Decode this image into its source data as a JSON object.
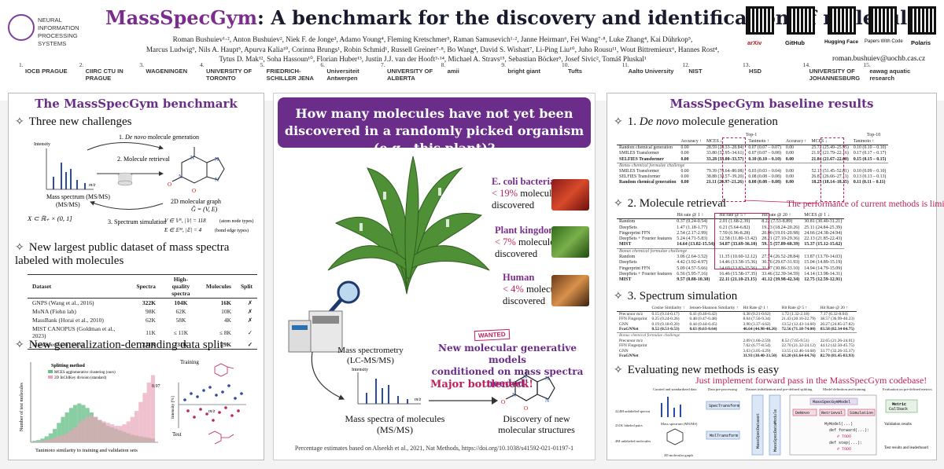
{
  "header": {
    "neurips_lines": [
      "NEURAL INFORMATION",
      "PROCESSING SYSTEMS"
    ],
    "title_highlight": "MassSpecGym",
    "title_rest": ": A benchmark for the discovery and identification of molecules",
    "authors_line1": "Roman Bushuiev¹·², Anton Bushuiev², Niek F. de Jonge³, Adamo Young⁴, Fleming Kretschmer⁵, Raman Samusevich¹·², Janne Heirman⁶, Fei Wang⁷·⁸, Luke Zhang⁴, Kai Dührkop⁵,",
    "authors_line2": "Marcus Ludwig⁹, Nils A. Haupt⁵, Apurva Kalia¹⁰, Corinna Brungs¹, Robin Schmid¹, Russell Greiner⁷·⁸, Bo Wang⁴, David S. Wishart⁷, Li-Ping Liu¹⁰, Juho Rousu¹¹, Wout Bittremieux⁶, Hannes Rost⁴,",
    "authors_line3": "Tytus D. Mak¹², Soha Hassoun¹⁰, Florian Huber¹³, Justin J.J. van der Hooft³·¹⁴, Michael A. Stravs¹⁵, Sebastian Böcker⁵, Josef Sivic², Tomáš Pluskal¹",
    "email": "roman.bushuiev@uochb.cas.cz",
    "qr_labels": [
      "arXiv",
      "GitHub",
      "Hugging Face",
      "Papers With Code",
      "Polaris"
    ],
    "affiliations": [
      {
        "n": "1.",
        "name": "IOCB PRAGUE"
      },
      {
        "n": "2.",
        "name": "CIIRC CTU IN PRAGUE"
      },
      {
        "n": "3.",
        "name": "WAGENINGEN"
      },
      {
        "n": "4.",
        "name": "UNIVERSITY OF TORONTO"
      },
      {
        "n": "5.",
        "name": "FRIEDRICH-SCHILLER JENA"
      },
      {
        "n": "6.",
        "name": "Universiteit Antwerpen"
      },
      {
        "n": "7.",
        "name": "UNIVERSITY OF ALBERTA"
      },
      {
        "n": "8.",
        "name": "amii"
      },
      {
        "n": "9.",
        "name": "bright giant"
      },
      {
        "n": "10.",
        "name": "Tufts"
      },
      {
        "n": "11.",
        "name": "Aalto University"
      },
      {
        "n": "12.",
        "name": "NIST"
      },
      {
        "n": "13.",
        "name": "HSD"
      },
      {
        "n": "14.",
        "name": "UNIVERSITY OF JOHANNESBURG"
      },
      {
        "n": "15.",
        "name": "eawag aquatic research"
      }
    ]
  },
  "left": {
    "heading": "The MassSpecGym benchmark",
    "sec1": "Three new challenges",
    "intensity": "Intensity",
    "mz": "m/z",
    "mass_spec_label": "Mass spectrum\n(MS/MS)",
    "mass_spec_math": "X ⊂ ℝ₊ × (0, 1]",
    "challenge1_num": "1. ",
    "challenge1_italic": "De novo",
    "challenge1_rest": " molecule generation",
    "challenge2": "2. Molecule retrieval",
    "challenge3": "3. Spectrum simulation",
    "graph_label": "2D molecular graph",
    "graph_math": "Ĝ = (V, E)",
    "v_math": "V ∈ 𝕍ᴺ, |𝕍| = 118",
    "v_note": "(atom node types)",
    "e_math": "E ∈ 𝔼ᴹ, |𝔼| = 4",
    "e_note": "(bond edge types)",
    "sec2": "New largest public dataset of mass spectra labeled with molecules",
    "table_headers": [
      "Dataset",
      "Spectra",
      "High-quality spectra",
      "Molecules",
      "Split"
    ],
    "table_rows": [
      [
        "GNPS (Wang et al., 2016)",
        "322K",
        "104K",
        "16K",
        "✗"
      ],
      [
        "MoNA (Fiehn lab)",
        "98K",
        "62K",
        "10K",
        "✗"
      ],
      [
        "MassBank (Horai et al., 2010)",
        "62K",
        "58K",
        "4K",
        "✗"
      ],
      [
        "MIST CANOPUS (Goldman et al., 2023)",
        "11K",
        "≤ 11K",
        "≤ 8K",
        "✓"
      ],
      [
        "MassSpecGym (ours)",
        "231K",
        "231K",
        "29K",
        "✓"
      ]
    ],
    "sec3": "New generalization-demanding data split",
    "hist_title": "Splitting method",
    "hist_leg1": "MCES agglomerative clustering (ours)",
    "hist_leg2": "2D InChIKey division (standard)",
    "hist_ylabel": "Number of test molecules",
    "hist_xlabel": "Tanimoto similarity to training and validation sets",
    "scatter_training": "Training",
    "scatter_test": "Test",
    "scatter_value": "0.97",
    "scatter_xlabel": "m/z",
    "scatter_ylabel": "Intensity [%]"
  },
  "middle": {
    "question": "How many molecules have not yet been discovered in a randomly picked organism (e.g., this plant)?",
    "stats": [
      {
        "org": "E. coli bacteria",
        "pct": "< 19%",
        "rest1": " molecules",
        "rest2": "discovered"
      },
      {
        "org": "Plant kingdom",
        "pct": "< 7%",
        "rest1": " molecules",
        "rest2": "discovered"
      },
      {
        "org": "Human",
        "pct": "< 4%",
        "rest1": " molecules",
        "rest2": "discovered"
      }
    ],
    "ms_label": "Mass spectrometry\n(LC-MS/MS)",
    "intensity": "Intensity",
    "mz": "m/z",
    "spectra_label": "Mass spectra of molecules\n(MS/MS)",
    "bottleneck": "Major bottleneck!",
    "discovery_label": "Discovery of new\nmolecular structures",
    "wanted": "WANTED",
    "cta": "New molecular generative models\nconditioned on mass spectra needed!",
    "footnote": "Percentage estimates based on Alseekh et al., 2021, Nat Methods, https://doi.org/10.1038/s41592-021-01197-1"
  },
  "right": {
    "heading": "MassSpecGym baseline results",
    "sec1_num": "1. ",
    "sec1_italic": "De novo",
    "sec1_rest": " molecule generation",
    "t1_group1": "Top-1",
    "t1_group2": "Top-10",
    "t1_headers": [
      "",
      "Accuracy ↑",
      "MCES ↓",
      "Tanimoto ↑",
      "Accuracy ↑",
      "MCES ↓",
      "Tanimoto ↑"
    ],
    "t1_rows": [
      [
        "Random chemical generation",
        "0.00",
        "28.59 (28.33–28.84)",
        "0.07 (0.07 – 0.07)",
        "0.00",
        "25.72 (25.49–25.95)",
        "0.10 (0.10 – 0.10)"
      ],
      [
        "SMILES Transformer",
        "0.00",
        "33.80 (32.95–34.61)",
        "0.07 (0.07 – 0.08)",
        "0.00",
        "21.97 (21.79–22.16)",
        "0.17 (0.17 – 0.17)"
      ],
      [
        "SELFIES Transformer",
        "0.00",
        "33.28 (33.00–33.57)",
        "0.10 (0.10 – 0.10)",
        "0.00",
        "21.84 (21.67–22.00)",
        "0.15 (0.15 – 0.15)"
      ]
    ],
    "t1_sub": "Bonus chemical formulae challenge",
    "t1_rows2": [
      [
        "SMILES Transformer",
        "0.00",
        "79.39 (78.64–80.08)",
        "0.03 (0.03 – 0.04)",
        "0.00",
        "52.13 (51.45–52.81)",
        "0.10 (0.09 – 0.10)"
      ],
      [
        "SELFIES Transformer",
        "0.00",
        "38.88 (38.57–39.20)",
        "0.08 (0.08 – 0.08)",
        "0.00",
        "26.87 (26.66–27.11)",
        "0.13 (0.13 – 0.13)"
      ],
      [
        "Random chemical generation",
        "0.00",
        "21.11 (20.97–21.26)",
        "0.08 (0.08 – 0.08)",
        "0.00",
        "18.25 (18.14–18.35)",
        "0.11 (0.11 – 0.11)"
      ]
    ],
    "t1_note": "The performance of current methods is limited!",
    "sec2": "2. Molecule retrieval",
    "t2_headers": [
      "",
      "Hit rate @ 1 ↑",
      "Hit rate @ 5 ↑",
      "Hit rate @ 20 ↑",
      "MCES @ 1 ↓"
    ],
    "t2_rows": [
      [
        "Random",
        "0.37 (0.24-0.54)",
        "2.01 (1.68-2.39)",
        "8.22 (7.53-8.89)",
        "30.81 (30.40-31.21)"
      ],
      [
        "DeepSets",
        "1.47 (1.18-1.77)",
        "6.21 (5.64-6.82)",
        "19.23 (18.24-20.26)",
        "25.11 (24.84-25.39)"
      ],
      [
        "Fingerprint FFN",
        "2.54 (2.17-2.99)",
        "7.59 (6.96-8.28)",
        "20.00 (19.01-20.98)",
        "24.66 (24.38-24.94)"
      ],
      [
        "DeepSets + Fourier features",
        "5.24 (4.71-5.83)",
        "12.58 (11.80-13.42)",
        "28.21 (27.10-29.36)",
        "22.13 (21.85-22.43)"
      ],
      [
        "MIST",
        "14.64 (13.82-15.54)",
        "34.87 (33.69-36.10)",
        "59.15 (57.89-60.39)",
        "15.37 (15.12-15.62)"
      ]
    ],
    "t2_sub": "Bonus chemical formulae challenge",
    "t2_rows2": [
      [
        "Random",
        "3.06 (2.64-3.52)",
        "11.35 (10.60-12.12)",
        "27.74 (26.52-28.84)",
        "13.87 (13.70-14.03)"
      ],
      [
        "DeepSets",
        "4.42 (3.92-4.97)",
        "14.46 (13.58-15.36)",
        "30.76 (29.67-31.93)",
        "15.04 (14.89-15.19)"
      ],
      [
        "Fingerprint FFN",
        "5.09 (4.57-5.66)",
        "14.69 (13.83-15.56)",
        "31.97 (30.86-33.10)",
        "14.94 (14.79-15.09)"
      ],
      [
        "DeepSets + Fourier features",
        "6.56 (5.95-7.16)",
        "16.46 (15.58-17.35)",
        "33.46 (32.39-34.59)",
        "14.14 (13.98-14.31)"
      ],
      [
        "MIST",
        "9.57 (8.88-10.30)",
        "22.11 (21.10-23.15)",
        "41.12 (39.98-42.34)",
        "12.75 (12.59-12.91)"
      ]
    ],
    "sec3": "3. Spectrum simulation",
    "t3_headers": [
      "",
      "Cosine Similarity ↑",
      "Jensen-Shannon Similarity ↑",
      "Hit Rate @ 1 ↑",
      "Hit Rate @ 5 ↑",
      "Hit Rate @ 20 ↑"
    ],
    "t3_rows": [
      [
        "Precursor m/z",
        "0.15 (0.14-0.17)",
        "0.41 (0.40-0.42)",
        "0.38 (0.21-0.62)",
        "1.72 (1.32-2.18)",
        "7.17 (6.32-8.04)"
      ],
      [
        "FFN Fingerprint",
        "0.25 (0.24-0.26)",
        "0.48 (0.47-0.48)",
        "8.64 (7.56-9.34)",
        "21.43 (20.10-22.79)",
        "38.57 (36.99-40.23)"
      ],
      [
        "GNN",
        "0.19 (0.18-0.20)",
        "0.44 (0.44-0.45)",
        "3.90 (3.37-4.62)",
        "13.52 (12.43-14.60)",
        "26.27 (24.85-27.82)"
      ],
      [
        "FraGNNet",
        "0.52 (0.51-0.53)",
        "0.63 (0.63-0.64)",
        "46.64 (44.98-48.26)",
        "72.56 (71.18-74.00)",
        "83.58 (82.34-84.75)"
      ]
    ],
    "t3_sub": "Bonus chemical formulae challenge",
    "t3_rows2": [
      [
        "Precursor m/z",
        "",
        "",
        "2.09 (1.66-2.59)",
        "8.52 (7.65-9.51)",
        "22.65 (21.26-24.01)"
      ],
      [
        "FFN Fingerprint",
        "",
        "",
        "7.62 (6.77-8.54)",
        "22.70 (21.32-24.12)",
        "44.12 (42.50-45.75)"
      ],
      [
        "GNN",
        "",
        "",
        "3.63 (3.05-4.29)",
        "13.55 (12.46-14.68)",
        "33.77 (32.26-35.37)"
      ],
      [
        "FraGNNet",
        "",
        "",
        "31.93 (30.40-33.50)",
        "63.20 (61.64-64.76)",
        "82.70 (81.45-83.93)"
      ]
    ],
    "sec4": "Evaluating new methods is easy",
    "sec4_note": "Just implement forward pass in the MassSpecGym codebase!",
    "pipe_labels": [
      "Curated and standardized data",
      "Data pre-processing",
      "Dataset initialization and pre-defined splitting",
      "Model definition and training",
      "Evaluation on pre-defined metrics"
    ],
    "pipe_left": [
      "224M unlabeled spectra",
      "231K labeled pairs",
      "4M unlabeled molecules",
      "Mass spectrum (MS/MS)",
      "2D molecular graph"
    ],
    "pipe_mid": [
      "SpecTransform",
      "MolTransform"
    ],
    "pipe_dataset": [
      "MassSpecDataset",
      "MassSpecDataModule"
    ],
    "pipe_model": "MassSpecGymModel",
    "pipe_tasks": [
      "DeNovo",
      "Retrieval",
      "Simulation"
    ],
    "pipe_code": [
      "MyModel(...)",
      "def forward(...):",
      "# TODO",
      "def step(...):",
      "# TODO"
    ],
    "pipe_metric": "Metric",
    "pipe_callback": "Callback",
    "pipe_results": [
      "Validation results",
      "Test results and leaderboard"
    ]
  },
  "colors": {
    "purple": "#6a2d8a",
    "magenta": "#c0205b",
    "green": "#1a7a3a"
  }
}
